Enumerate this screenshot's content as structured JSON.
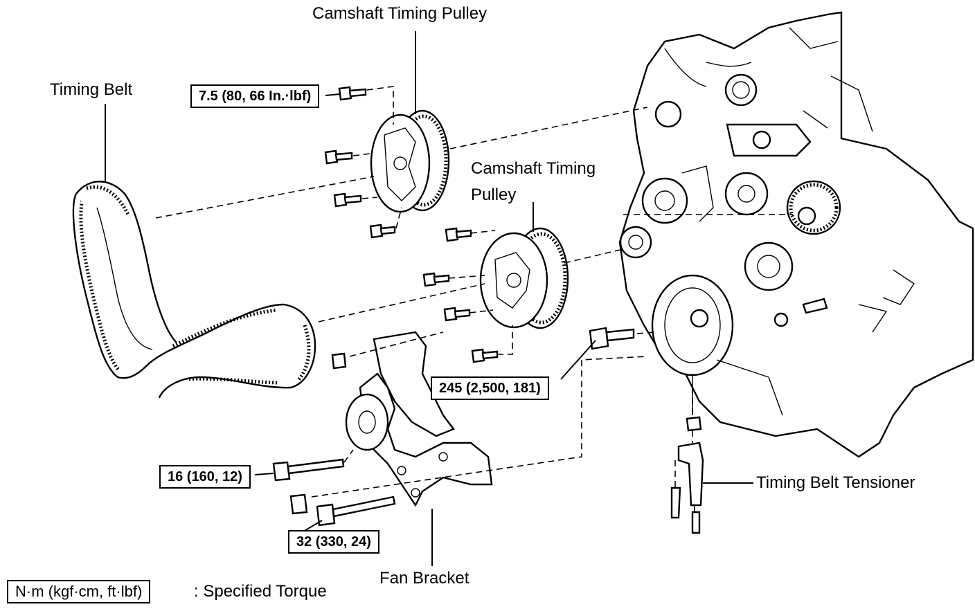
{
  "labels": {
    "camshaft_pulley_1": "Camshaft Timing Pulley",
    "camshaft_pulley_2_line1": "Camshaft Timing",
    "camshaft_pulley_2_line2": "Pulley",
    "timing_belt": "Timing Belt",
    "timing_belt_tensioner": "Timing Belt Tensioner",
    "fan_bracket": "Fan Bracket"
  },
  "torques": {
    "pulley_bolt": "7.5 (80, 66 In.·lbf)",
    "crank_bolt": "245 (2,500, 181)",
    "bracket_bolt": "16 (160, 12)",
    "bracket_nut": "32 (330, 24)"
  },
  "legend": {
    "unit_box": "N·m (kgf·cm, ft·lbf)",
    "text": ": Specified Torque"
  }
}
